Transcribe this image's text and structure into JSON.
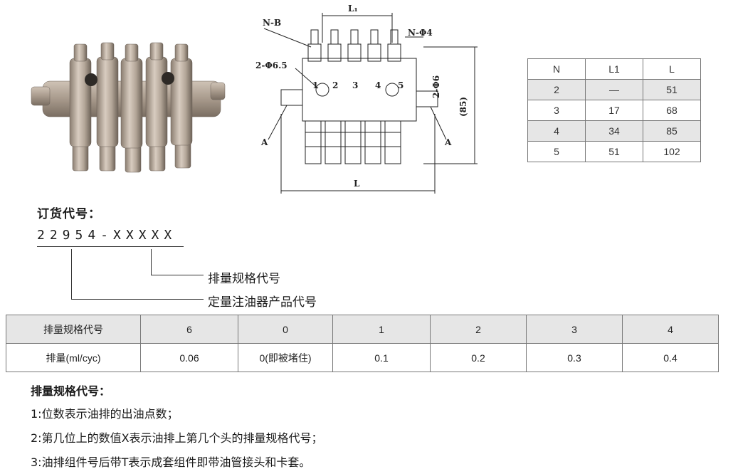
{
  "drawing": {
    "label_nb": "N-B",
    "label_l1": "L₁",
    "label_nphi4": "N-Φ4",
    "label_2phi65": "2-Φ6.5",
    "label_2phi6": "2-Φ6",
    "label_85": "(85)",
    "label_a_left": "A",
    "label_a_right": "A",
    "label_l": "L",
    "outlet_numbers": [
      "1",
      "2",
      "3",
      "4",
      "5"
    ]
  },
  "dims_table": {
    "rows": [
      [
        "N",
        "L1",
        "L"
      ],
      [
        "2",
        "—",
        "51"
      ],
      [
        "3",
        "17",
        "68"
      ],
      [
        "4",
        "34",
        "85"
      ],
      [
        "5",
        "51",
        "102"
      ]
    ]
  },
  "order": {
    "title": "订货代号：",
    "code": "22954-XXXXX",
    "legend_spec": "排量规格代号",
    "legend_product": "定量注油器产品代号"
  },
  "spec_table": {
    "header": [
      "排量规格代号",
      "6",
      "0",
      "1",
      "2",
      "3",
      "4"
    ],
    "row": [
      "排量(ml/cyc)",
      "0.06",
      "0(即被堵住)",
      "0.1",
      "0.2",
      "0.3",
      "0.4"
    ]
  },
  "notes": {
    "title": "排量规格代号：",
    "items": [
      "1:位数表示油排的出油点数；",
      "2:第几位上的数值X表示油排上第几个头的排量规格代号；",
      "3:油排组件号后带T表示成套组件即带油管接头和卡套。"
    ]
  }
}
